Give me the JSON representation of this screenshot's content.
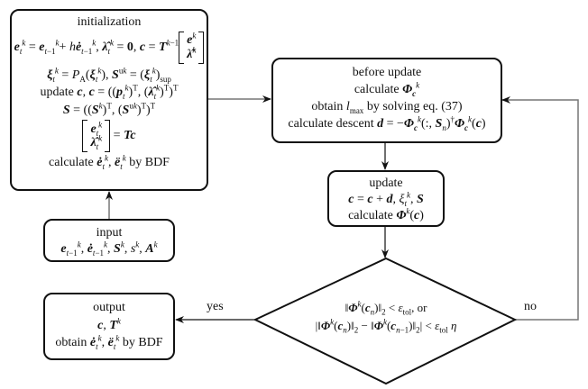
{
  "nodes": {
    "initialization": {
      "title": "initialization",
      "line1_lhs": "e",
      "line1": "= e_{t-1}^k + h ė_{t-1}^k, λ̂_t^k = 0, c = T^{k-1}",
      "line1_a": "= ",
      "line1_b": "+ h",
      "line1_c": ", ",
      "line1_d": " = 0, ",
      "line1_e": " = ",
      "line2": "ξ_t^k = P_A(ξ_t^k), S^uk = (ξ_t^k)_sup",
      "line3_prefix": "update ",
      "line3": "c, c = ((p_t^k)^T, (λ̂_t^k)^T)^T",
      "line4": "S = ((S^k)^T, (S^uk)^T)^T",
      "line5": "[e_t^k ; λ̂_t^k] = Tc",
      "line6_prefix": "calculate ",
      "line6_suffix": " by BDF"
    },
    "input": {
      "title": "input",
      "vars": "e_{t-1}^k, ė_{t-1}^k, S^k, s^k, A^k"
    },
    "before_update": {
      "title": "before update",
      "line1_prefix": "calculate ",
      "line2_prefix": "obtain ",
      "line2_suffix": " by solving eq. (37)",
      "line3_prefix": "calculate descent ",
      "line3": "d = −Φ_c^k(:, S_n)^† Φ_c^k(c)"
    },
    "update": {
      "title": "update",
      "line1": "c = c + d, ξ_t^k, S",
      "line2_prefix": "calculate "
    },
    "decision": {
      "line1": "‖Φ^k(c_n)‖_2 < ε_tol, or",
      "line2": "|‖Φ^k(c_n)‖_2 − ‖Φ^k(c_{n−1})‖_2| < ε_tol η",
      "or_text": ", or"
    },
    "output": {
      "title": "output",
      "line1": "c, T^k",
      "line2_prefix": "obtain ",
      "line2_suffix": " by BDF"
    }
  },
  "edges": {
    "yes_label": "yes",
    "no_label": "no"
  },
  "colors": {
    "stroke": "#111111",
    "connector": "#777777"
  }
}
